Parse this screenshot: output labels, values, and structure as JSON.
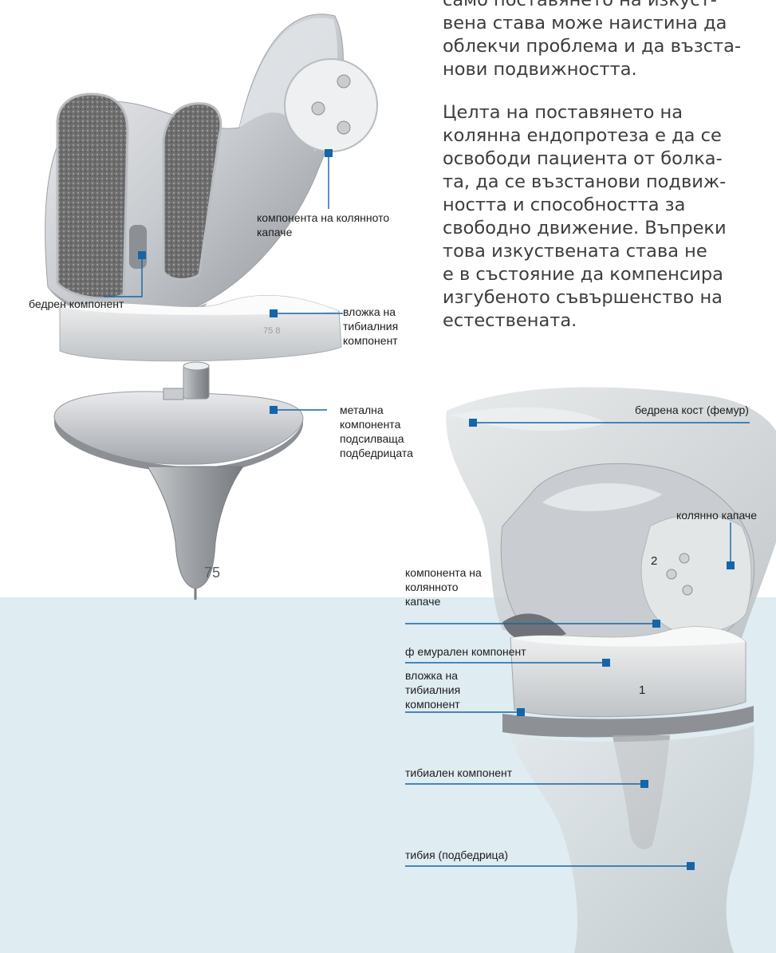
{
  "text": {
    "para_top": [
      "само поставянето на изкуст-",
      "вена става може наистина да",
      "облекчи проблема и да възста-",
      "нови подвижността."
    ],
    "para_main": [
      "Целта на поставянето на",
      "колянна ендопротеза е да се",
      "освободи пациента от болка-",
      "та, да се възстанови подвиж-",
      "ността и способността за",
      "свободно движение. Въпреки",
      "това изкуствената става не",
      "е в състояние да компенсира",
      "изгубеното съвършенство на",
      "естествената."
    ]
  },
  "labels_top": {
    "patella_component": [
      "компонента на колянното",
      "капаче"
    ],
    "femoral_component": "бедрен компонент",
    "tibial_insert": [
      "вложка на",
      "тибиалния",
      "компонент"
    ],
    "tibial_metal": [
      "метална",
      "компонента",
      "подсилваща",
      "подбедрицата"
    ]
  },
  "labels_assembled": {
    "femur": "бедрена кост (фемур)",
    "patella": "колянно капаче",
    "patella_component": [
      "компонента на",
      "колянното",
      "капаче"
    ],
    "femoral_component": "ф емурален компонент",
    "tibial_insert": [
      "вложка на",
      "тибиалния",
      "компонент"
    ],
    "tibial_component": "тибиален компонент",
    "tibia": "тибия (подбедрица)"
  },
  "numbers": {
    "one": "1",
    "two": "2"
  },
  "implant_marks": {
    "size_75": "75",
    "insert_mark": "75 8"
  },
  "colors": {
    "marker": "#1565a8",
    "band": "#dfecf2"
  }
}
